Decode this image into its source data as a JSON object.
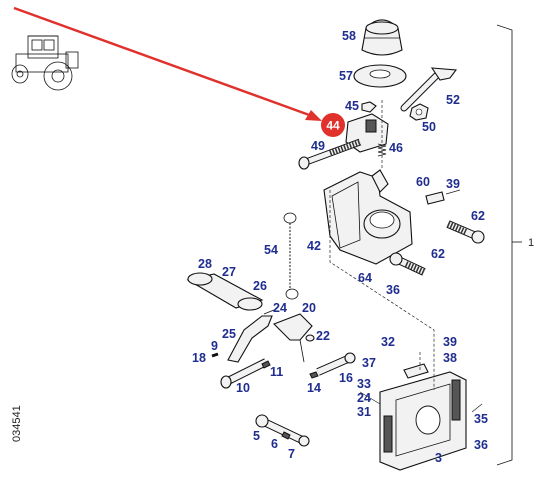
{
  "diagram": {
    "marker": {
      "label": "44",
      "color": "#e0312c"
    },
    "pointer_color": "#e0312c",
    "label_color": "#1f2d8f",
    "assembly_label": "1",
    "drawing_number": "034541",
    "callouts": {
      "c58": "58",
      "c57": "57",
      "c52": "52",
      "c45": "45",
      "c50": "50",
      "c49": "49",
      "c46": "46",
      "c60": "60",
      "c39a": "39",
      "c62a": "62",
      "c54": "54",
      "c42": "42",
      "c62b": "62",
      "c64": "64",
      "c36a": "36",
      "c28": "28",
      "c27": "27",
      "c26": "26",
      "c24a": "24",
      "c20": "20",
      "c25": "25",
      "c22": "22",
      "c18": "18",
      "c9": "9",
      "c11": "11",
      "c16": "16",
      "c14": "14",
      "c10": "10",
      "c32": "32",
      "c39b": "39",
      "c38": "38",
      "c37": "37",
      "c33": "33",
      "c24b": "24",
      "c31": "31",
      "c35": "35",
      "c36b": "36",
      "c5": "5",
      "c6": "6",
      "c7": "7",
      "c3": "3"
    }
  }
}
